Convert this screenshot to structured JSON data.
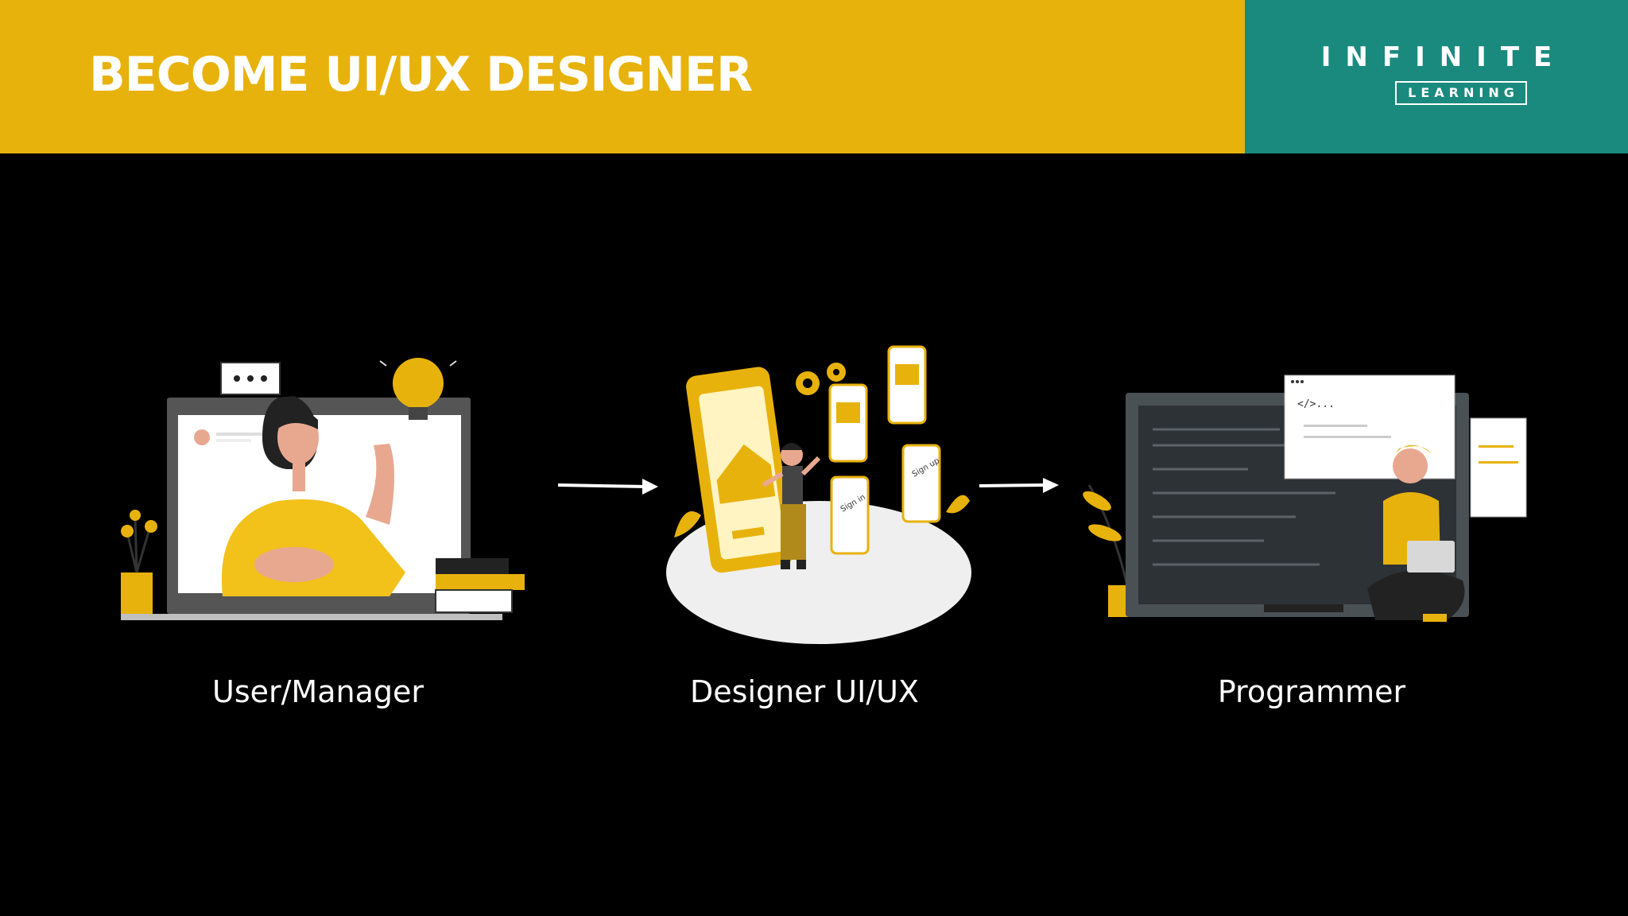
{
  "header": {
    "title": "BECOME UI/UX DESIGNER"
  },
  "logo": {
    "main": "INFINITE",
    "sub": "LEARNING"
  },
  "steps": [
    {
      "label": "User/Manager"
    },
    {
      "label": "Designer UI/UX"
    },
    {
      "label": "Programmer"
    }
  ],
  "illustration_text": {
    "code_tag": "</>...",
    "sign_in": "Sign in",
    "sign_up": "Sign up"
  },
  "colors": {
    "accent_yellow": "#E8B20C",
    "brand_teal": "#1A8A7E",
    "background": "#000000"
  }
}
